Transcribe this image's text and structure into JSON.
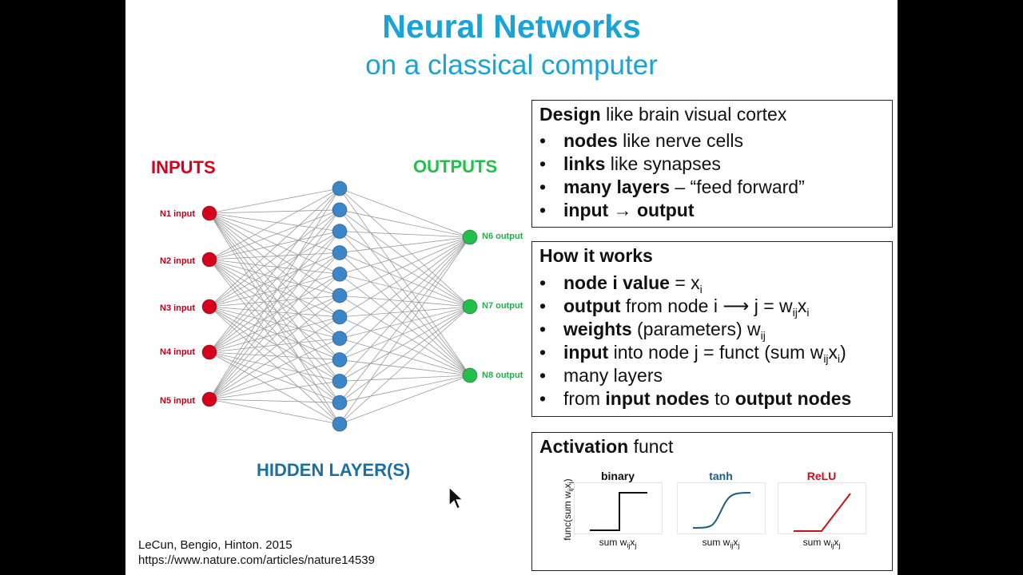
{
  "slide": {
    "title": "Neural Networks",
    "subtitle": "on a classical computer",
    "inputs_label": "INPUTS",
    "outputs_label": "OUTPUTS",
    "hidden_label": "HIDDEN LAYER(S)",
    "input_nodes": [
      "N1 input",
      "N2 input",
      "N3 input",
      "N4 input",
      "N5 input"
    ],
    "output_nodes": [
      "N6 output",
      "N7 output",
      "N8 output"
    ],
    "hidden_node_count": 12,
    "colors": {
      "title": "#1aa3d6",
      "input": "#d6001c",
      "output": "#22c04a",
      "hidden": "#3a86c8",
      "hidden_label": "#1a6fa3",
      "edges": "#9a9a9a"
    },
    "citation_line1": "LeCun, Bengio, Hinton. 2015",
    "citation_line2": "https://www.nature.com/articles/nature14539"
  },
  "design_box": {
    "head_bold": "Design",
    "head_rest": " like brain visual cortex",
    "items": [
      {
        "bold": "nodes",
        "rest": " like nerve cells"
      },
      {
        "bold": "links",
        "rest": " like synapses"
      },
      {
        "bold": "many layers",
        "rest": " – “feed forward”"
      },
      {
        "bold": "input → output",
        "rest": ""
      }
    ]
  },
  "how_box": {
    "head": "How it works",
    "l1_bold": "node i value",
    "l1_rest": " = x",
    "l1_sub": "i",
    "l2_bold": "output",
    "l2_rest": " from node i ⟶ j = w",
    "l2_sub1": "ij",
    "l2_x": "x",
    "l2_sub2": "i",
    "l3_bold": "weights",
    "l3_rest": " (parameters)  w",
    "l3_sub": "ij",
    "l4_bold": "input",
    "l4_rest": " into node j = funct (sum w",
    "l4_sub1": "ij",
    "l4_x": "x",
    "l4_sub2": "i",
    "l4_end": ")",
    "l5": "many layers",
    "l6_pre": "from ",
    "l6_b1": "input nodes",
    "l6_mid": " to ",
    "l6_b2": "output nodes"
  },
  "activation_box": {
    "head_bold": "Activation",
    "head_rest": " funct",
    "ylabel": "func(sum w",
    "ylabel_sub": "ij",
    "ylabel_x": "x",
    "ylabel_sub2": "j",
    "ylabel_end": ")",
    "xlabel": "sum w",
    "xlabel_sub": "ij",
    "xlabel_x": "x",
    "xlabel_sub2": "j",
    "plots": [
      {
        "title": "binary",
        "color": "#111111"
      },
      {
        "title": "tanh",
        "color": "#1a5f80"
      },
      {
        "title": "ReLU",
        "color": "#c8101c"
      }
    ]
  }
}
